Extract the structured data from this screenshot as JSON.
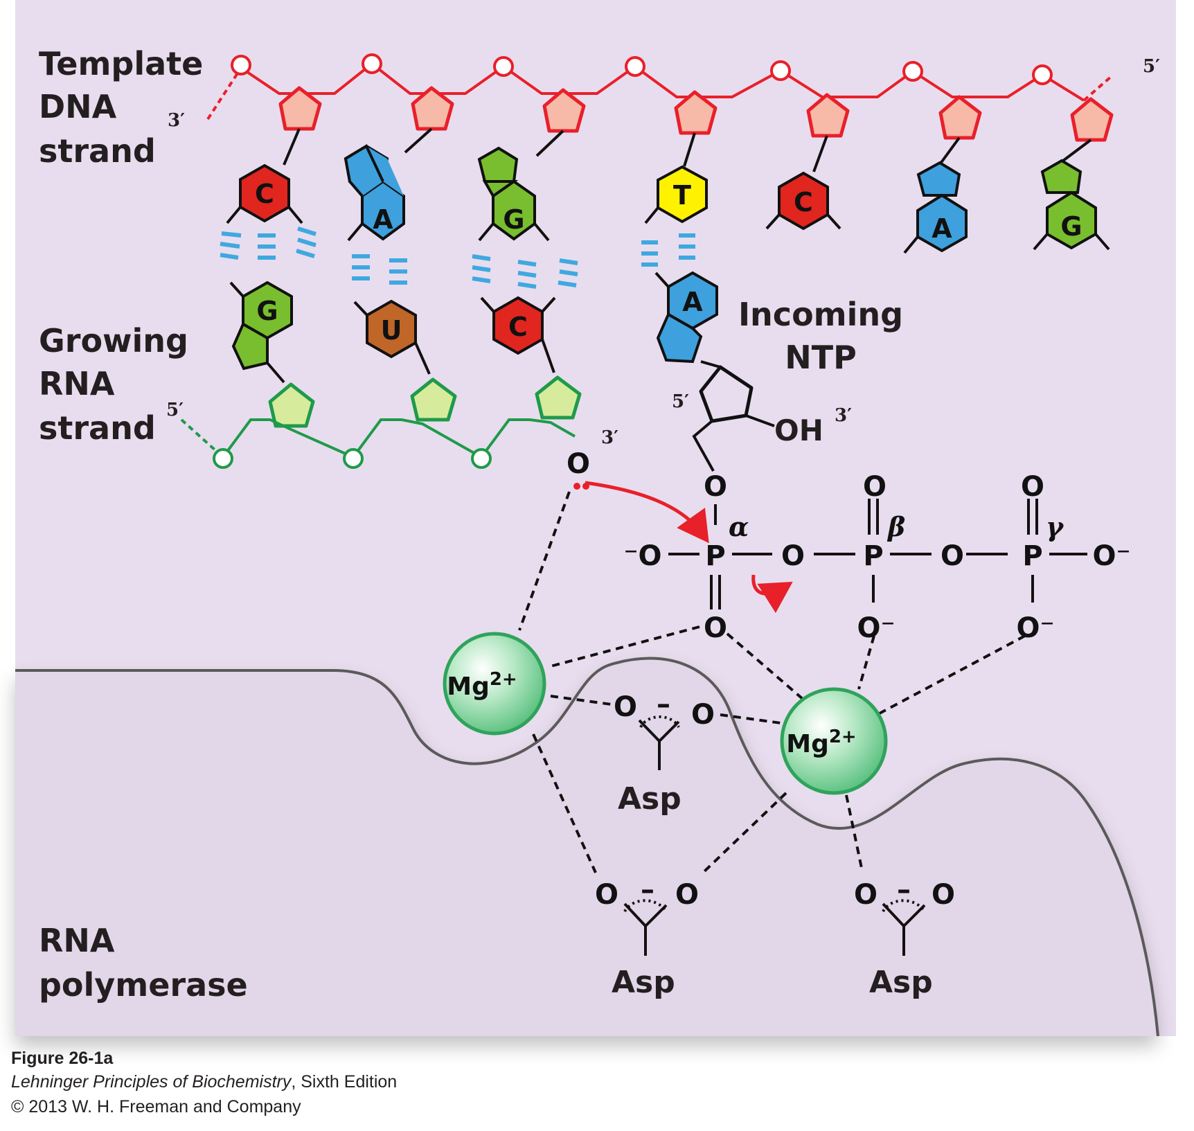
{
  "labels": {
    "template_strand": [
      "Template",
      "DNA",
      "strand"
    ],
    "rna_strand": [
      "Growing",
      "RNA",
      "strand"
    ],
    "incoming": [
      "Incoming",
      "NTP"
    ],
    "polymerase": [
      "RNA",
      "polymerase"
    ],
    "dna_3prime": "3′",
    "dna_5prime": "5′",
    "rna_5prime": "5′",
    "rna_3prime": "3′",
    "ntp_5prime": "5′",
    "ntp_3prime": "3′",
    "oh": "OH",
    "o_attack": "O"
  },
  "template_bases": [
    "C",
    "A",
    "G",
    "T",
    "C",
    "A",
    "G"
  ],
  "rna_bases": [
    "G",
    "U",
    "C"
  ],
  "incoming_base": "A",
  "phosphate": {
    "o_minus_left": "⁻O",
    "o_minus_right": "O⁻",
    "o_minus": "O⁻",
    "o": "O",
    "p": "P",
    "alpha": "α",
    "beta": "β",
    "gamma": "γ"
  },
  "ions": {
    "mg": "Mg",
    "charge": "2+"
  },
  "asp": {
    "label": "Asp",
    "o": "O",
    "minus": "–"
  },
  "colors": {
    "background": "#e8ddee",
    "dna_backbone": "#e8202a",
    "dna_sugar": "#f7b9a8",
    "rna_backbone": "#1f9a4a",
    "rna_sugar": "#d6ec9c",
    "cytosine": "#e0261f",
    "adenine": "#3ea0dd",
    "guanine": "#78be2e",
    "thymine": "#fff200",
    "uracil": "#c06628",
    "h_bond": "#3fa8e0",
    "mg_ion": "#7dd39a",
    "arrow": "#e8202a"
  },
  "caption": {
    "title": "Figure 26-1a",
    "book": "Lehninger Principles of Biochemistry",
    "edition": ", Sixth Edition",
    "copyright": "© 2013 W. H. Freeman and Company"
  }
}
